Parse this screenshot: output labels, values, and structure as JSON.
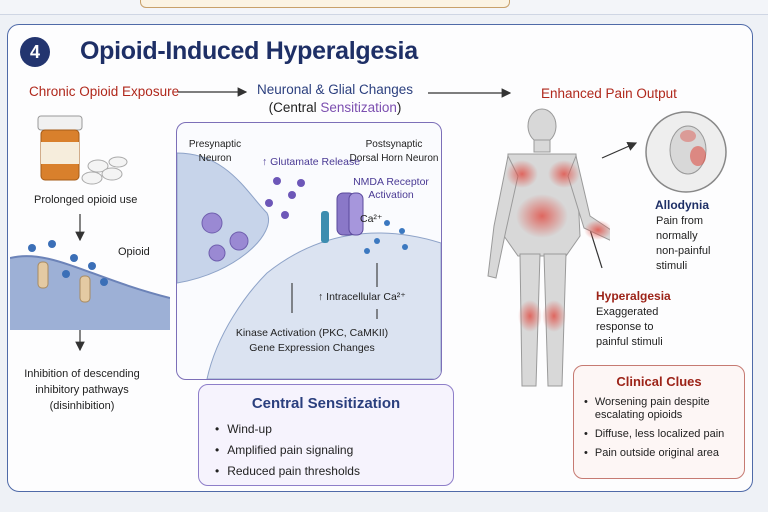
{
  "section_number": "4",
  "title": "Opioid-Induced Hyperalgesia",
  "stage1": {
    "heading": "Chronic Opioid Exposure",
    "pill_caption": "Prolonged opioid use",
    "opioid_label": "Opioid",
    "bottom_caption": [
      "Inhibition of descending",
      "inhibitory pathways",
      "(disinhibition)"
    ]
  },
  "stage2": {
    "heading_line1": "Neuronal & Glial Changes",
    "heading_line2_prefix": "(Central ",
    "heading_line2_word": "Sensitization",
    "heading_line2_suffix": ")",
    "presynaptic": [
      "Presynaptic",
      "Neuron"
    ],
    "postsynaptic": [
      "Postsynaptic",
      "Dorsal Horn Neuron"
    ],
    "glutamate": "↑ Glutamate Release",
    "nmda": [
      "NMDA Receptor",
      "Activation"
    ],
    "ca": "Ca²⁺",
    "intracellular": "↑ Intracellular Ca²⁺",
    "kinase": "Kinase Activation (PKC, CaMKII)",
    "gene": "Gene Expression Changes"
  },
  "central_sensitization": {
    "title": "Central Sensitization",
    "items": [
      "Wind-up",
      "Amplified pain signaling",
      "Reduced pain thresholds"
    ]
  },
  "stage3": {
    "heading": "Enhanced Pain Output",
    "allodynia_title": "Allodynia",
    "allodynia_desc": [
      "Pain from",
      "normally",
      "non-painful",
      "stimuli"
    ],
    "hyperalgesia_title": "Hyperalgesia",
    "hyperalgesia_desc": [
      "Exaggerated",
      "response to",
      "painful stimuli"
    ]
  },
  "clinical_clues": {
    "title": "Clinical Clues",
    "items": [
      "Worsening pain despite escalating opioids",
      "Diffuse, less localized pain",
      "Pain outside original area"
    ]
  },
  "colors": {
    "navy": "#1e2f66",
    "red": "#b0281c",
    "purple": "#7c6fb8",
    "accent_pain": "#e0534a"
  }
}
